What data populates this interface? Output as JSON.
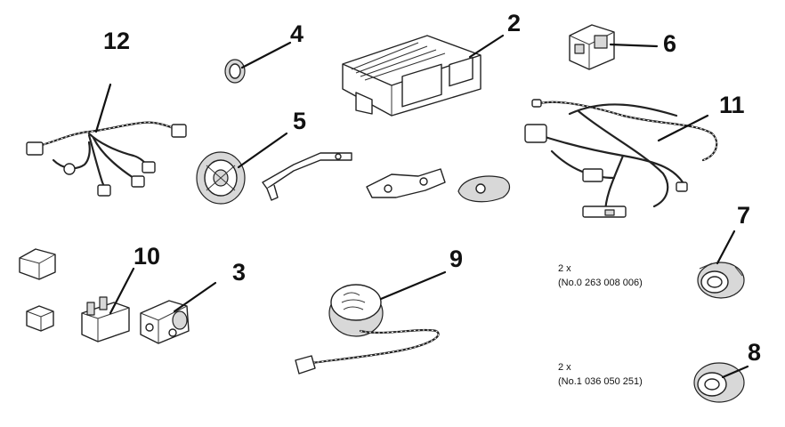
{
  "labels": {
    "l2": "2",
    "l3": "3",
    "l4": "4",
    "l5": "5",
    "l6": "6",
    "l7": "7",
    "l8": "8",
    "l9": "9",
    "l10": "10",
    "l11": "11",
    "l12": "12"
  },
  "notes": {
    "n7_qty": "2 x",
    "n7_part": "(No.0 263 008 006)",
    "n8_qty": "2 x",
    "n8_part": "(No.1 036 050 251)"
  },
  "colors": {
    "ink": "#111111",
    "background": "#ffffff"
  }
}
